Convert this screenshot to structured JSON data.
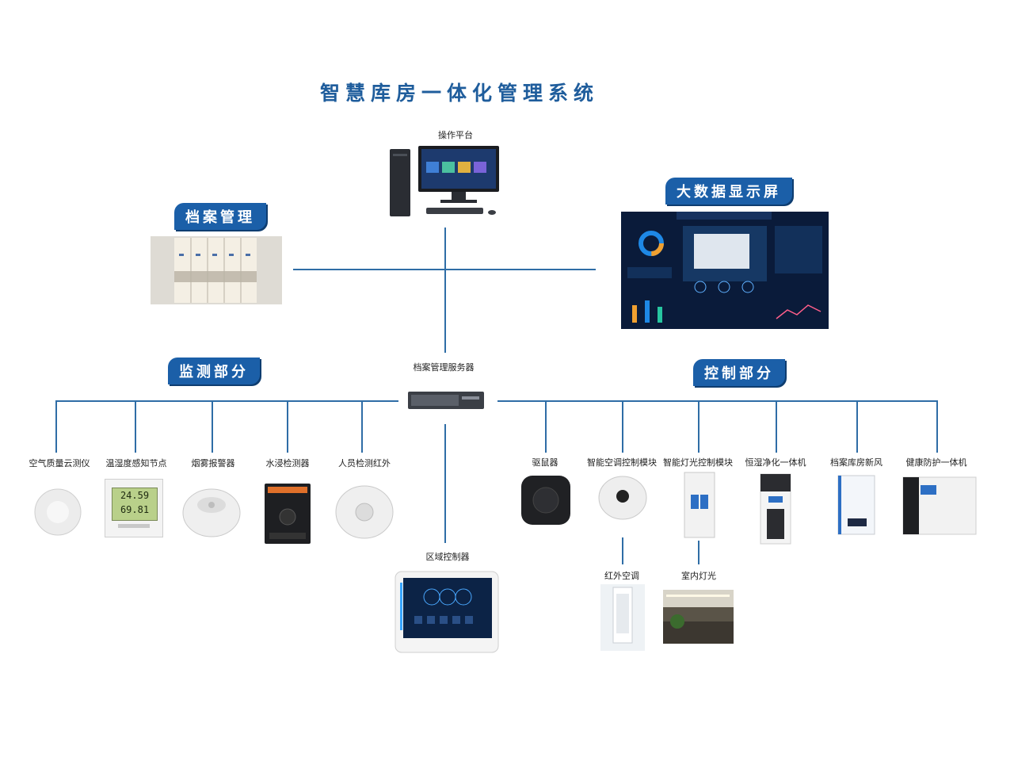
{
  "title": "智慧库房一体化管理系统",
  "nodes": {
    "operation_platform": "操作平台",
    "archive_management": "档案管理",
    "big_data_screen": "大数据显示屏",
    "archive_server": "档案管理服务器",
    "monitoring": "监测部分",
    "control": "控制部分",
    "zone_controller": "区域控制器"
  },
  "monitoring_devices": [
    "空气质量云测仪",
    "温湿度感知节点",
    "烟雾报警器",
    "水浸检测器",
    "人员检测红外"
  ],
  "control_devices": [
    "驱鼠器",
    "智能空调控制模块",
    "智能灯光控制模块",
    "恒湿净化一体机",
    "档案库房新风",
    "健康防护一体机"
  ],
  "sub_devices": {
    "ir_ac": "红外空调",
    "indoor_light": "室内灯光"
  },
  "sensor_readings": {
    "temperature": "24.59",
    "humidity": "69.81"
  },
  "colors": {
    "brand": "#1b5fa8",
    "line": "#2f6da6"
  }
}
